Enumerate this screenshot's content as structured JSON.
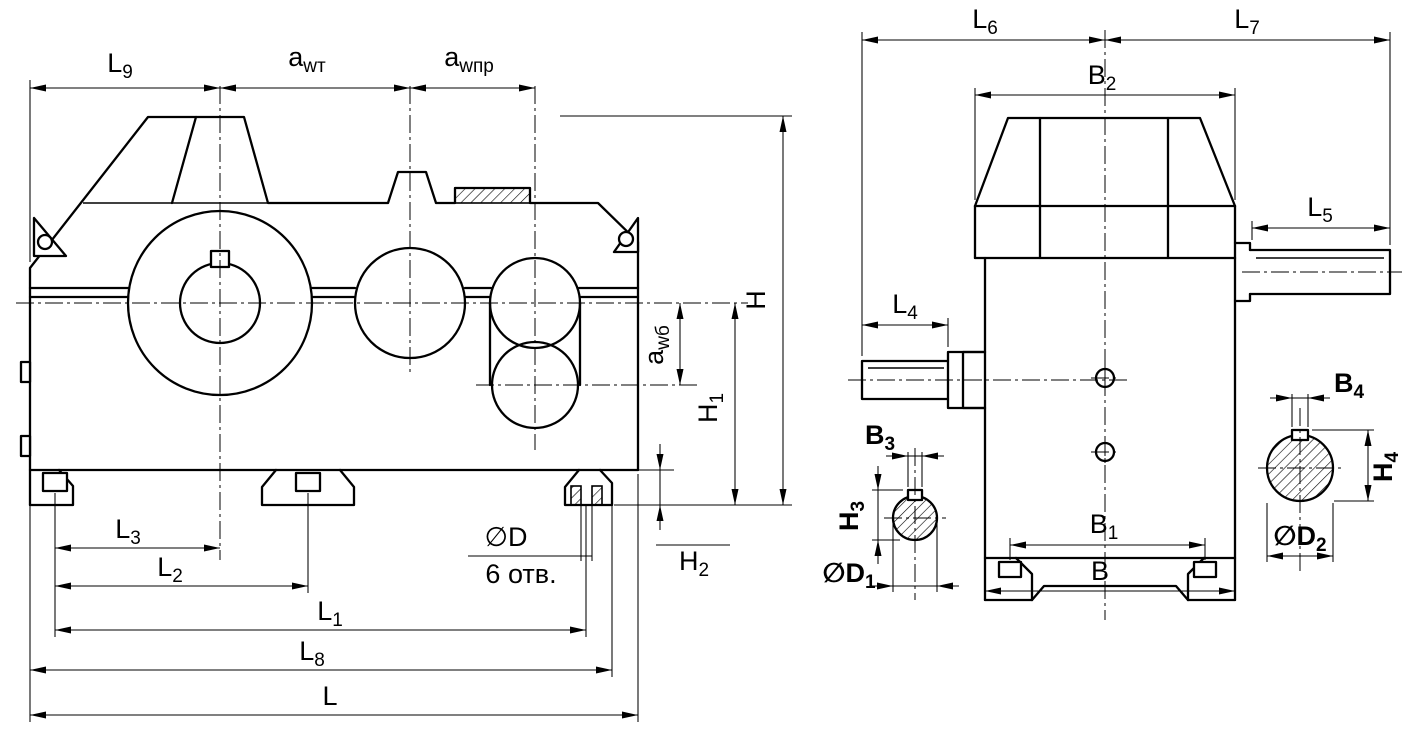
{
  "colors": {
    "line": "#000000",
    "background": "#ffffff"
  },
  "labels": {
    "L9": {
      "main": "L",
      "sub": "9"
    },
    "awt": {
      "main": "a",
      "sub": "wт"
    },
    "awpr": {
      "main": "a",
      "sub": "wпр"
    },
    "awb": {
      "main": "a",
      "sub": "wб"
    },
    "H": {
      "main": "H",
      "sub": ""
    },
    "H1": {
      "main": "H",
      "sub": "1"
    },
    "H2": {
      "main": "H",
      "sub": "2"
    },
    "D": {
      "main": "∅D",
      "sub": ""
    },
    "holes": {
      "main": "6 отв.",
      "sub": ""
    },
    "L3": {
      "main": "L",
      "sub": "3"
    },
    "L2": {
      "main": "L",
      "sub": "2"
    },
    "L1": {
      "main": "L",
      "sub": "1"
    },
    "L8": {
      "main": "L",
      "sub": "8"
    },
    "L": {
      "main": "L",
      "sub": ""
    },
    "L6": {
      "main": "L",
      "sub": "6"
    },
    "L7": {
      "main": "L",
      "sub": "7"
    },
    "B2": {
      "main": "B",
      "sub": "2"
    },
    "L5": {
      "main": "L",
      "sub": "5"
    },
    "L4": {
      "main": "L",
      "sub": "4"
    },
    "B3": {
      "main": "B",
      "sub": "3"
    },
    "B4": {
      "main": "B",
      "sub": "4"
    },
    "H3": {
      "main": "H",
      "sub": "3"
    },
    "H4": {
      "main": "H",
      "sub": "4"
    },
    "D1": {
      "main": "∅D",
      "sub": "1"
    },
    "D2": {
      "main": "∅D",
      "sub": "2"
    },
    "B1": {
      "main": "B",
      "sub": "1"
    },
    "B": {
      "main": "B",
      "sub": ""
    }
  }
}
